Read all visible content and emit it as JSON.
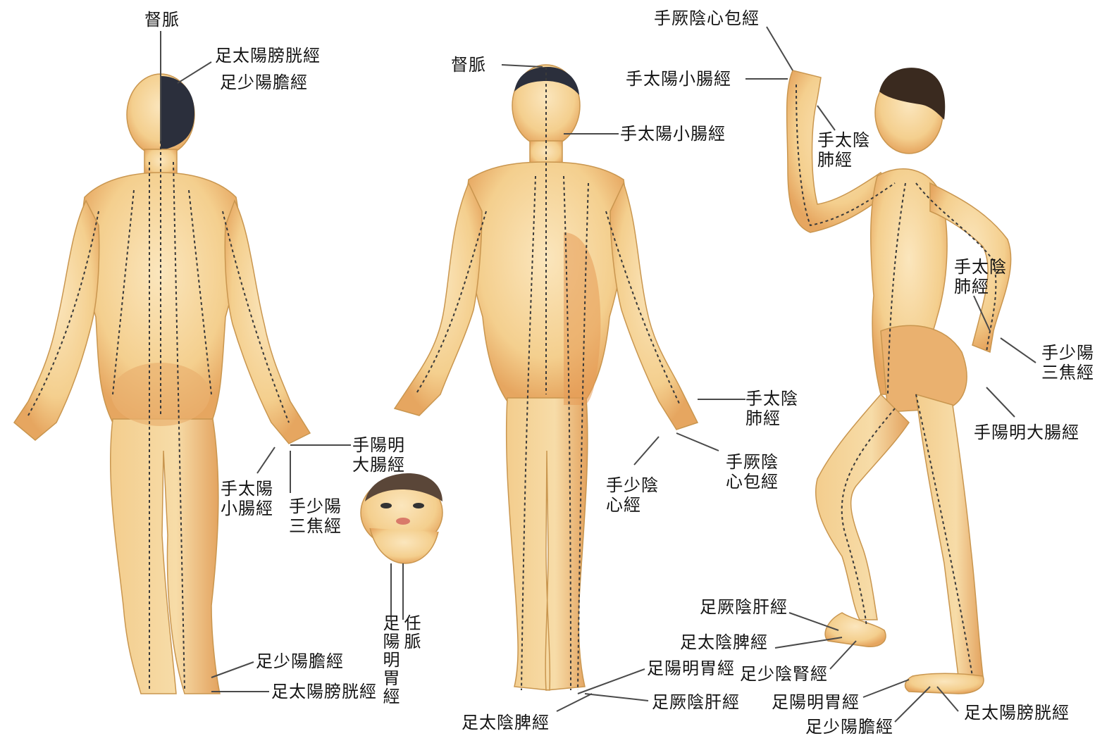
{
  "labels": {
    "back_governor": "督脈",
    "back_bladder_top": "足太陽膀胱經",
    "back_gallbladder_top": "足少陽膽經",
    "back_large_intestine": [
      "手陽明",
      "大腸經"
    ],
    "back_small_intestine": [
      "手太陽",
      "小腸經"
    ],
    "back_sanjiao": [
      "手少陽",
      "三焦經"
    ],
    "back_gallbladder_foot": "足少陽膽經",
    "back_bladder_foot": "足太陽膀胱經",
    "face_stomach": "足陽明胃經",
    "face_conception": "任脈",
    "front_governor": "督脈",
    "front_small_intestine": "手太陽小腸經",
    "front_lung": [
      "手太陰",
      "肺經"
    ],
    "front_pericardium": [
      "手厥陰",
      "心包經"
    ],
    "front_heart": [
      "手少陰",
      "心經"
    ],
    "front_stomach_foot": "足陽明胃經",
    "front_liver_foot": "足厥陰肝經",
    "front_spleen_foot": "足太陰脾經",
    "side_pericardium_top": "手厥陰心包經",
    "side_small_intestine_top": "手太陽小腸經",
    "side_lung_top": [
      "手太陰",
      "肺經"
    ],
    "side_lung_mid": [
      "手太陰",
      "肺經"
    ],
    "side_sanjiao": [
      "手少陽",
      "三焦經"
    ],
    "side_large_intestine": "手陽明大腸經",
    "side_liver": "足厥陰肝經",
    "side_spleen": "足太陰脾經",
    "side_kidney": "足少陰腎經",
    "side_stomach": "足陽明胃經",
    "side_gallbladder": "足少陽膽經",
    "side_bladder": "足太陽膀胱經"
  },
  "colors": {
    "skin": "#f7d9a0",
    "skin_shade": "#e8a866",
    "meridian_line": "#3a3a3a",
    "hair": "#2b2f3c",
    "leader": "#4a4a4a"
  }
}
